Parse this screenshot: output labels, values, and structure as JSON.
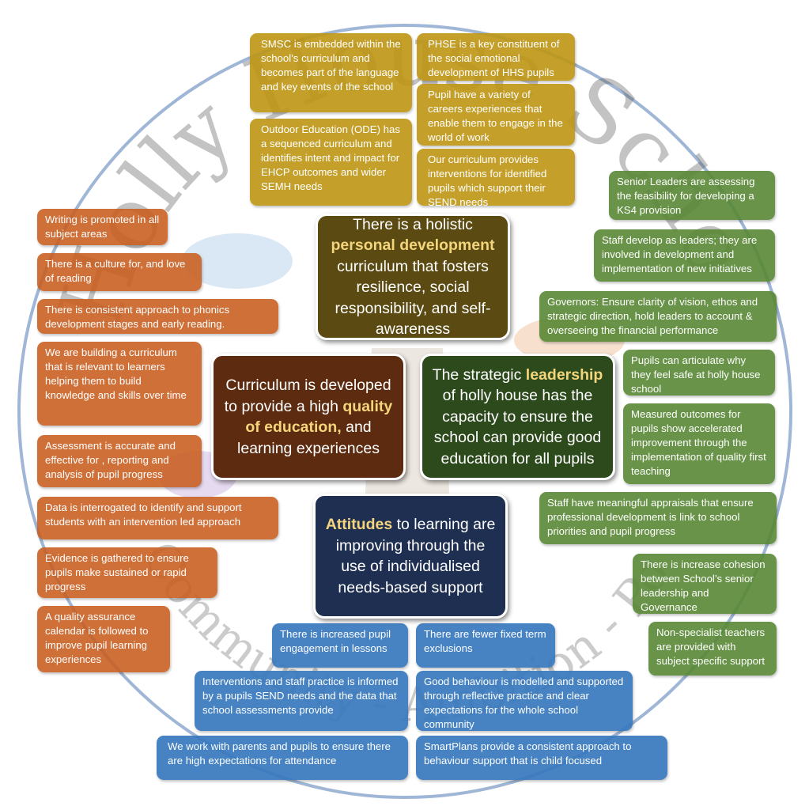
{
  "logo": {
    "school_name": "Holly House School",
    "motto": "Community - Ambition - Potential"
  },
  "colors": {
    "personal": "#5b4a12",
    "curriculum": "#5c2b10",
    "leadership": "#2c4a1c",
    "attitudes": "#1e2f52",
    "yellow": "#be9614",
    "orange": "#c85c1e",
    "green": "#588734",
    "blue": "#3778be"
  },
  "center": {
    "personal": {
      "pre": "There is a holistic ",
      "highlight": "personal development",
      "post": " curriculum that fosters resilience, social responsibility, and self-awareness"
    },
    "curriculum": {
      "pre": "Curriculum is developed to provide a high ",
      "highlight": "quality of education,",
      "post": " and learning experiences"
    },
    "leadership": {
      "pre": "The strategic ",
      "highlight": "leadership",
      "post": " of holly house has the capacity to ensure the school can provide good education for all pupils"
    },
    "attitudes": {
      "pre": "",
      "highlight": "Attitudes",
      "post": " to learning are improving through the use of individualised needs-based support"
    }
  },
  "personal_items": [
    "SMSC is embedded within the school’s curriculum and becomes part of the language and key events of the school",
    "Outdoor Education (ODE) has a sequenced curriculum and identifies intent and impact for EHCP outcomes and wider SEMH needs",
    "PHSE is a key constituent of the social emotional development of HHS pupils",
    "Pupil have a variety of careers experiences that enable them to engage in the world of work",
    "Our curriculum provides interventions for identified pupils which support their SEND needs"
  ],
  "curriculum_items": [
    "Writing is promoted in all subject areas",
    "There is a culture for, and love of reading",
    "There is consistent approach to phonics development stages and early reading.",
    "We are building a curriculum that is relevant to learners helping  them to build knowledge and skills over time",
    "Assessment is accurate and effective for , reporting and analysis of pupil progress",
    "Data is interrogated to identify and support students with an intervention led approach",
    "Evidence is gathered to ensure pupils make sustained or rapid progress",
    "A quality assurance calendar is followed to improve pupil learning experiences"
  ],
  "leadership_items": [
    "Senior Leaders are assessing the feasibility for developing a KS4 provision",
    "Staff  develop as leaders;  they are involved in development and implementation of new initiatives",
    "Governors: Ensure clarity of vision, ethos and strategic direction, hold leaders to account & overseeing the financial performance",
    "Pupils can articulate why they feel safe at holly house school",
    "Measured outcomes for pupils show accelerated improvement through the implementation of quality first teaching",
    "Staff have meaningful appraisals that ensure professional development is link to school priorities and pupil progress",
    "There is increase cohesion between School’s senior leadership and Governance",
    "Non-specialist teachers are provided with subject specific support"
  ],
  "attitudes_items": [
    "There is increased pupil engagement in lessons",
    "There are fewer fixed term exclusions",
    "Interventions and staff practice is informed by a pupils SEND needs and the data that school assessments provide",
    "Good behaviour is modelled and supported through reflective practice and clear expectations for the whole school community",
    "We work with parents and pupils to ensure there are high expectations for attendance",
    "SmartPlans provide a consistent approach to behaviour support that is child focused"
  ]
}
